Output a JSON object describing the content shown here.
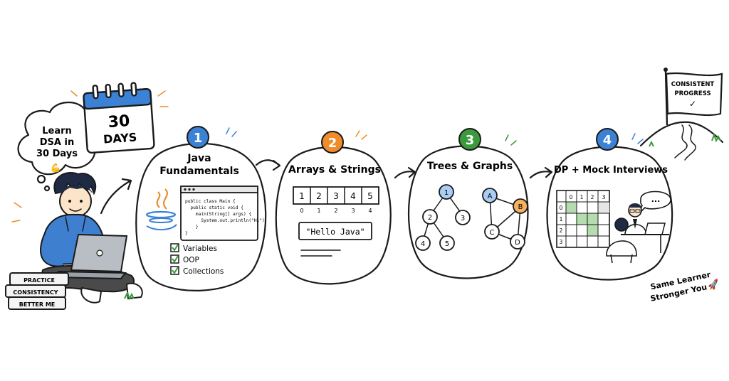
{
  "thought_bubble": {
    "line1": "Learn",
    "line2": "DSA in",
    "line3": "30 Days"
  },
  "calendar": {
    "number": "30",
    "unit": "DAYS"
  },
  "books": [
    "PRACTICE",
    "CONSISTENCY",
    "BETTER ME"
  ],
  "steps": [
    {
      "number": "1",
      "title_line1": "Java",
      "title_line2": "Fundamentals"
    },
    {
      "number": "2",
      "title": "Arrays & Strings"
    },
    {
      "number": "3",
      "title": "Trees & Graphs"
    },
    {
      "number": "4",
      "title": "DP + Mock Interviews"
    }
  ],
  "code": {
    "lines": [
      "public class Main {",
      "  public static void {",
      "    main(String[] args) {",
      "      System.out.println(\"Hi\");",
      "    }",
      "}"
    ]
  },
  "checklist": [
    "Variables",
    "OOP",
    "Collections"
  ],
  "array": {
    "values": [
      "1",
      "2",
      "3",
      "4",
      "5"
    ],
    "indices": [
      "0",
      "1",
      "2",
      "3",
      "4"
    ]
  },
  "string_box": "\"Hello Java\"",
  "tree_nodes": [
    "1",
    "2",
    "3",
    "4",
    "5"
  ],
  "graph_nodes": [
    "A",
    "B",
    "C",
    "D"
  ],
  "dp_table": {
    "col_headers": [
      "0",
      "1",
      "2",
      "3"
    ],
    "row_headers": [
      "0",
      "1",
      "2",
      "3"
    ]
  },
  "speech": "...",
  "flag": {
    "line1": "CONSISTENT",
    "line2": "PROGRESS",
    "mark": "✓"
  },
  "tagline": {
    "line1": "Same Learner",
    "line2": "Stronger You"
  },
  "colors": {
    "blue": "#3b82d6",
    "orange": "#f08c2a",
    "green": "#3c9a3c",
    "hoodie": "#3f7fd0"
  }
}
